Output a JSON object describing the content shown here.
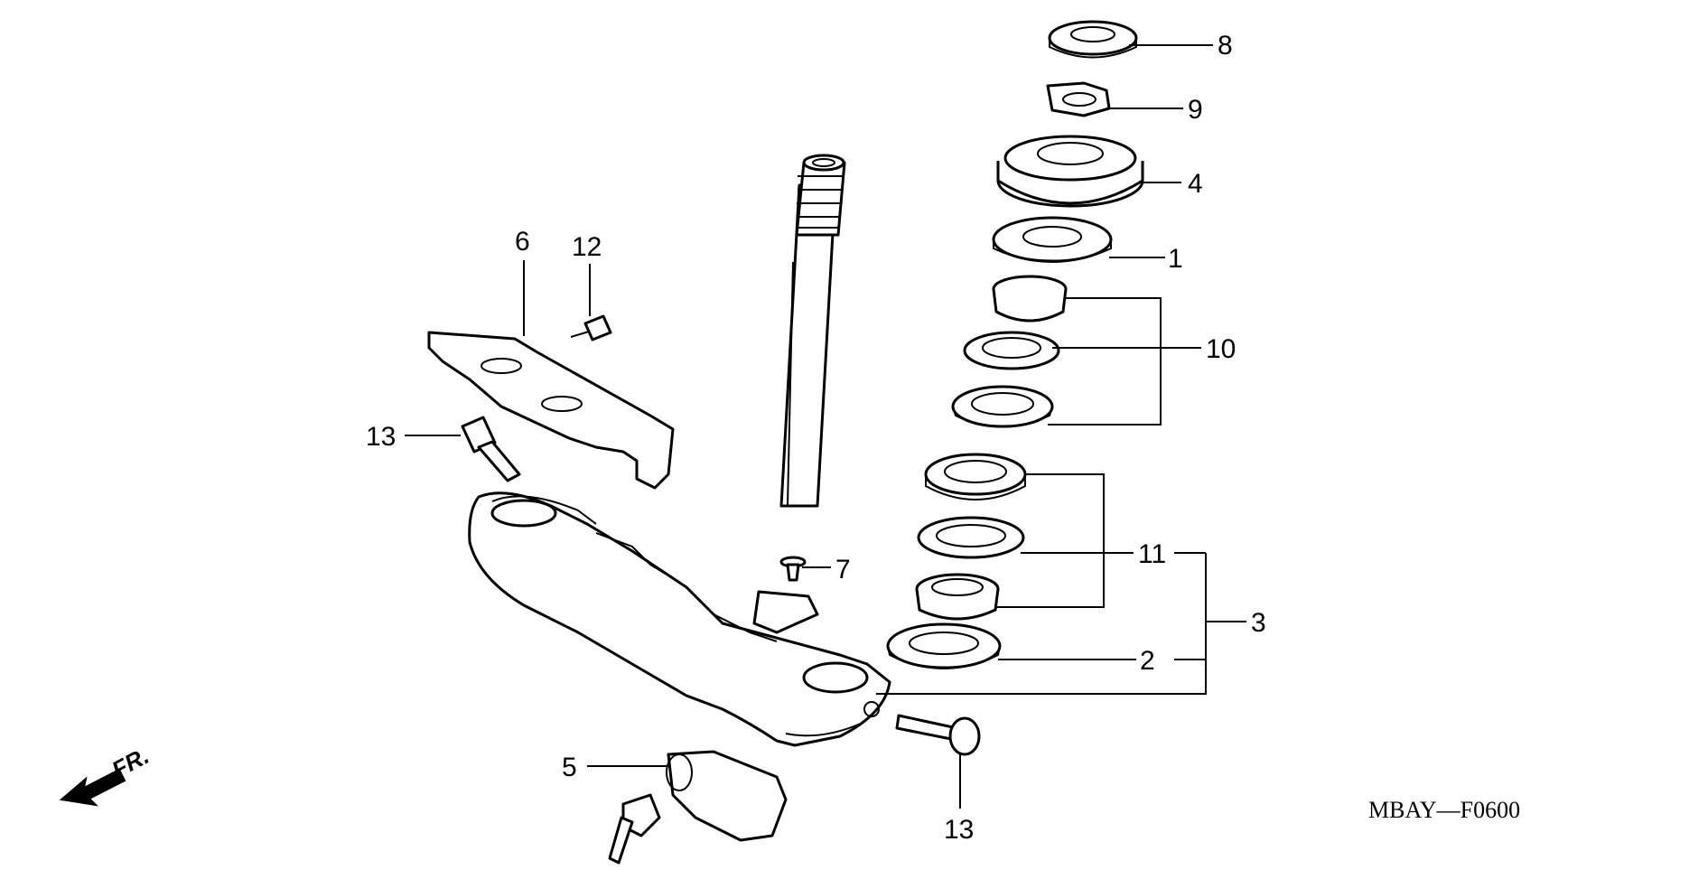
{
  "diagram": {
    "drawing_code": "MBAY—F0600",
    "front_indicator": "FR.",
    "callouts": [
      {
        "id": "c8",
        "label": "8"
      },
      {
        "id": "c9",
        "label": "9"
      },
      {
        "id": "c4",
        "label": "4"
      },
      {
        "id": "c1",
        "label": "1"
      },
      {
        "id": "c10",
        "label": "10"
      },
      {
        "id": "c11",
        "label": "11"
      },
      {
        "id": "c3",
        "label": "3"
      },
      {
        "id": "c2",
        "label": "2"
      },
      {
        "id": "c6",
        "label": "6"
      },
      {
        "id": "c12",
        "label": "12"
      },
      {
        "id": "c13a",
        "label": "13"
      },
      {
        "id": "c7",
        "label": "7"
      },
      {
        "id": "c5",
        "label": "5"
      },
      {
        "id": "c13b",
        "label": "13"
      }
    ]
  }
}
